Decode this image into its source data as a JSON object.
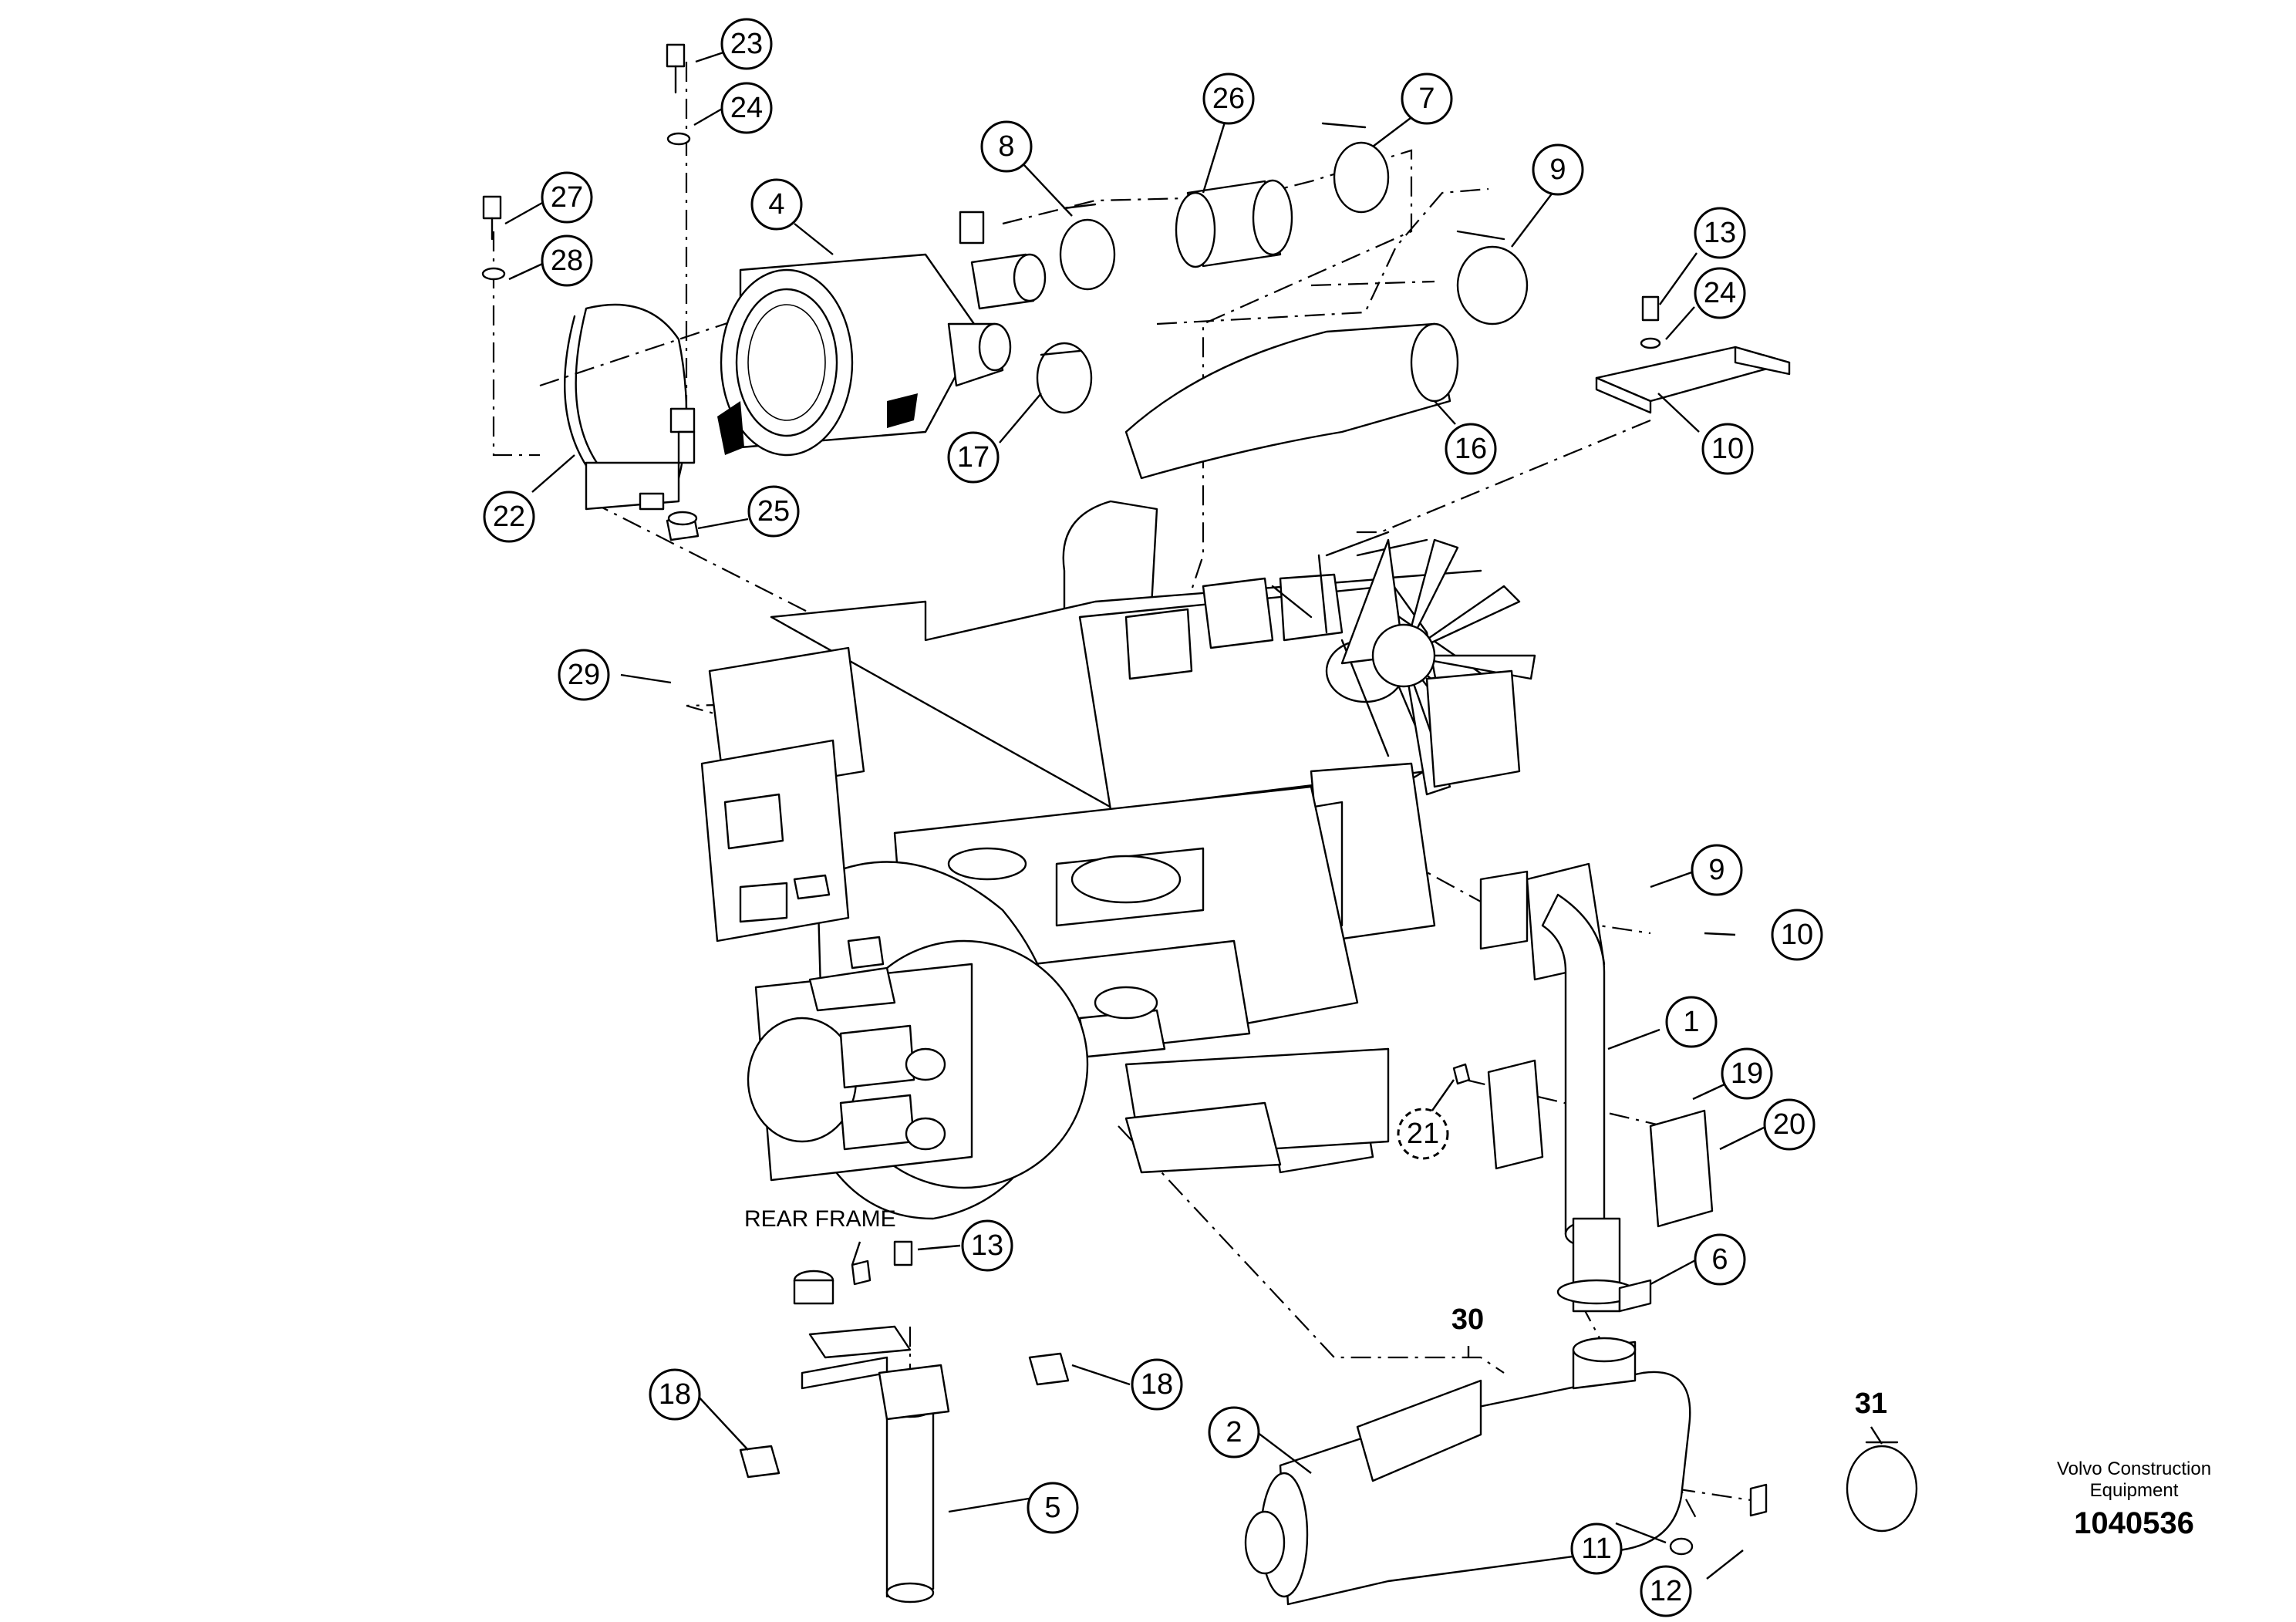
{
  "labels": {
    "rear_frame": "REAR FRAME",
    "maker": "Volvo Construction Equipment",
    "doc_number": "1040536"
  },
  "callouts": {
    "c1": "1",
    "c2": "2",
    "c4": "4",
    "c5": "5",
    "c6": "6",
    "c7": "7",
    "c8": "8",
    "c9a": "9",
    "c9b": "9",
    "c10a": "10",
    "c10b": "10",
    "c11": "11",
    "c12": "12",
    "c13a": "13",
    "c13b": "13",
    "c16": "16",
    "c17": "17",
    "c18a": "18",
    "c18b": "18",
    "c19": "19",
    "c20": "20",
    "c21": "21",
    "c22": "22",
    "c23": "23",
    "c24a": "24",
    "c24b": "24",
    "c25": "25",
    "c26": "26",
    "c27": "27",
    "c28": "28",
    "c29": "29",
    "c30": "30",
    "c31": "31"
  }
}
